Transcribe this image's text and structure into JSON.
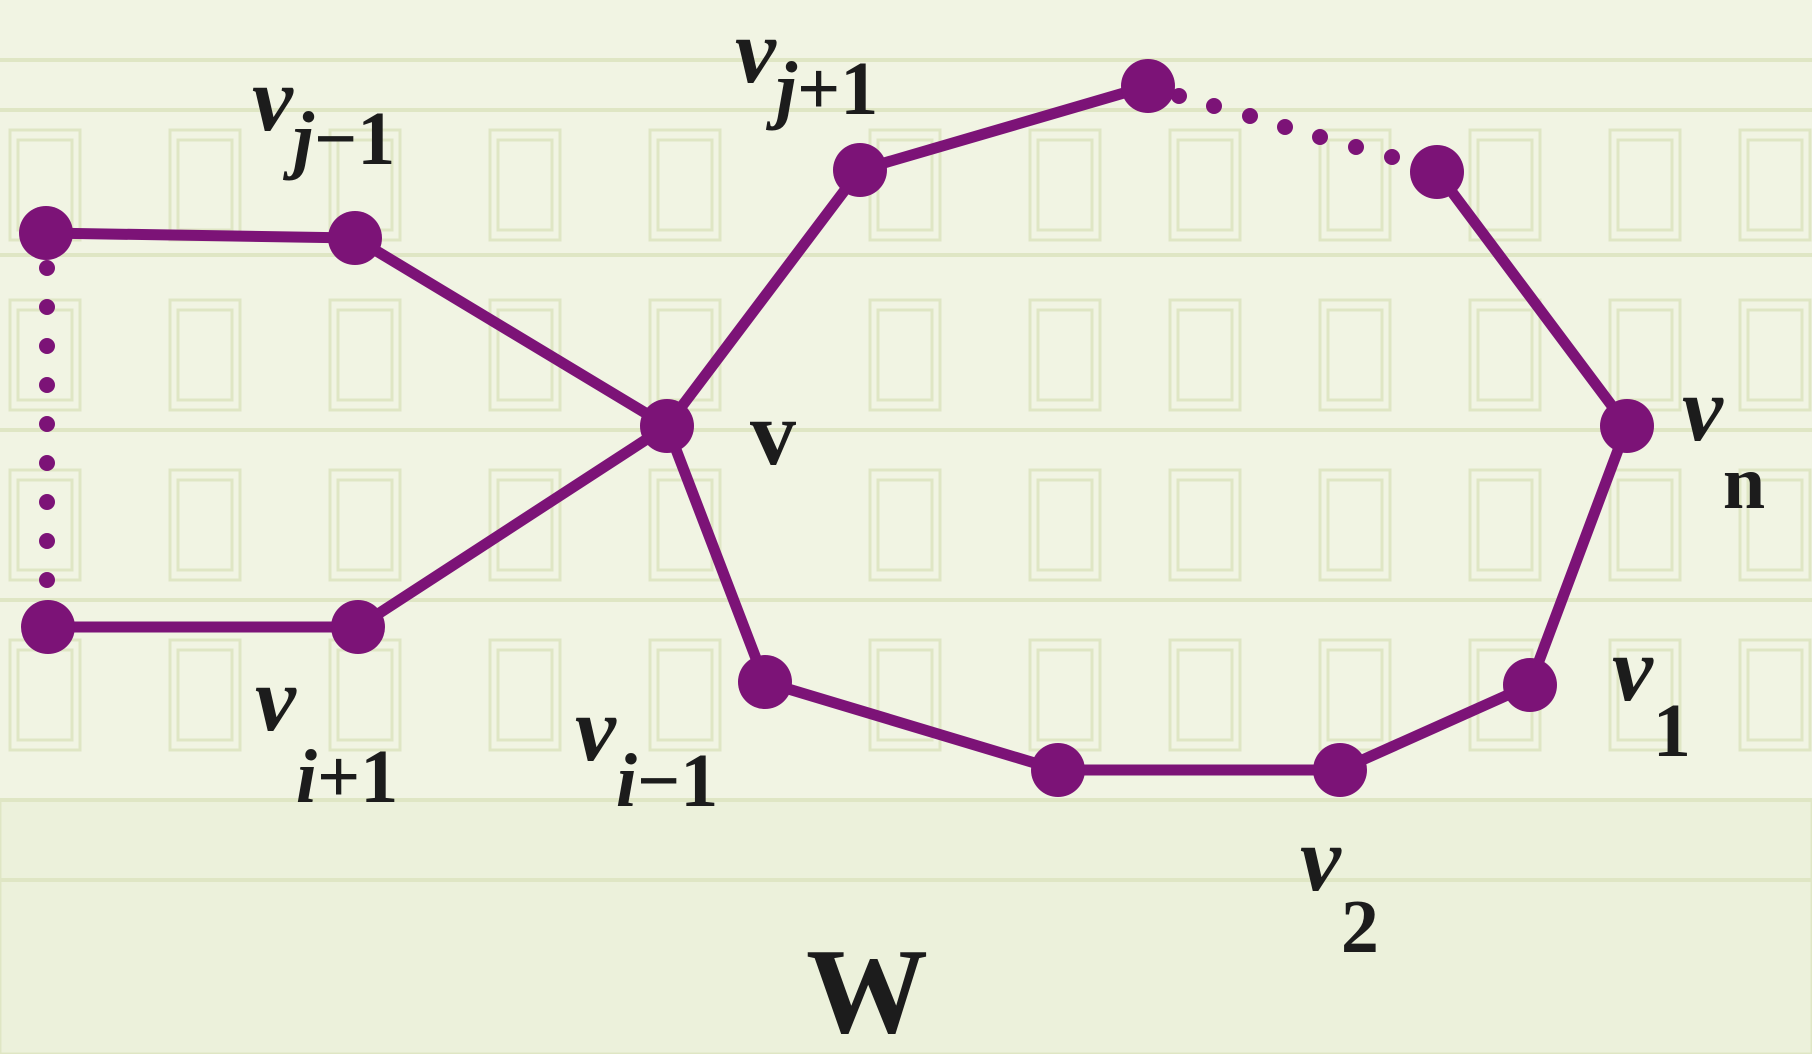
{
  "colors": {
    "background": "#f1f4e3",
    "building_line": "#dfe6c4",
    "graph": "#7c1377",
    "label": "#1c1c1c"
  },
  "graph": {
    "vertices": {
      "v": {
        "var": "v",
        "sub": "",
        "sub_var": "",
        "sub_rest": ""
      },
      "v_j_minus_1": {
        "var": "v",
        "sub_var": "j",
        "sub_rest": "−1"
      },
      "v_j_plus_1": {
        "var": "v",
        "sub_var": "j",
        "sub_rest": "+1"
      },
      "v_i_plus_1": {
        "var": "v",
        "sub_var": "i",
        "sub_rest": "+1"
      },
      "v_i_minus_1": {
        "var": "v",
        "sub_var": "i",
        "sub_rest": "−1"
      },
      "v_n": {
        "var": "v",
        "sub_var": "",
        "sub_rest": "n"
      },
      "v_1": {
        "var": "v",
        "sub_var": "",
        "sub_rest": "1"
      },
      "v_2": {
        "var": "v",
        "sub_var": "",
        "sub_rest": "2"
      }
    },
    "walk_label": "W"
  }
}
